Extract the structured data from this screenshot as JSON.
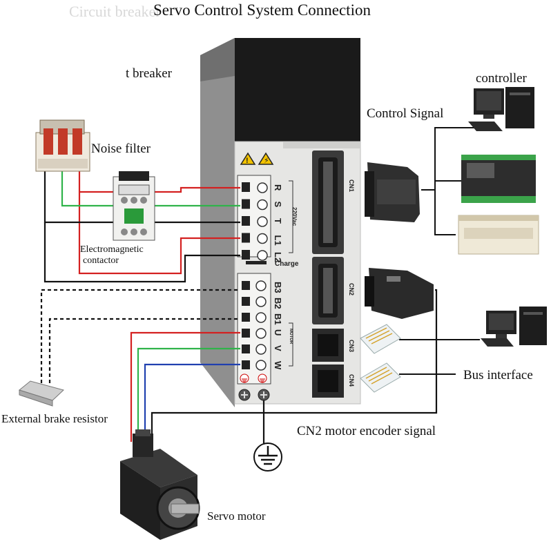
{
  "title": "Servo Control System Connection",
  "title_ghost": "Circuit breaker",
  "labels": {
    "breaker": "t breaker",
    "noise_filter": "Noise filter",
    "contactor_line1": "Electromagnetic",
    "contactor_line2": "contactor",
    "brake_resistor": "External brake resistor",
    "servo_motor": "Servo motor",
    "controller": "controller",
    "control_signal": "Control Signal",
    "bus_interface": "Bus interface",
    "encoder_signal": "CN2 motor encoder signal"
  },
  "terminals": {
    "power_block": [
      "R",
      "S",
      "T",
      "L1",
      "L2"
    ],
    "power_rating": "220Vac",
    "charge": "Charge",
    "brake_block": [
      "B3",
      "B2",
      "B1"
    ],
    "motor_block": [
      "U",
      "V",
      "W"
    ],
    "motor_tag": "MOTOR"
  },
  "ports": [
    "CN1",
    "CN2",
    "CN3",
    "CN4"
  ],
  "colors": {
    "red_wire": "#d42020",
    "green_wire": "#2fb34a",
    "blue_wire": "#2040b0",
    "black_wire": "#111111",
    "drive_body": "#e6e6e4",
    "drive_side": "#8f8f8f",
    "drive_top": "#1a1a1a",
    "warning": "#f2c200"
  },
  "icons": [
    "warning-icon",
    "ground-icon",
    "computer-icon",
    "motor-icon",
    "rj45-plug-icon",
    "db-connector-icon"
  ]
}
